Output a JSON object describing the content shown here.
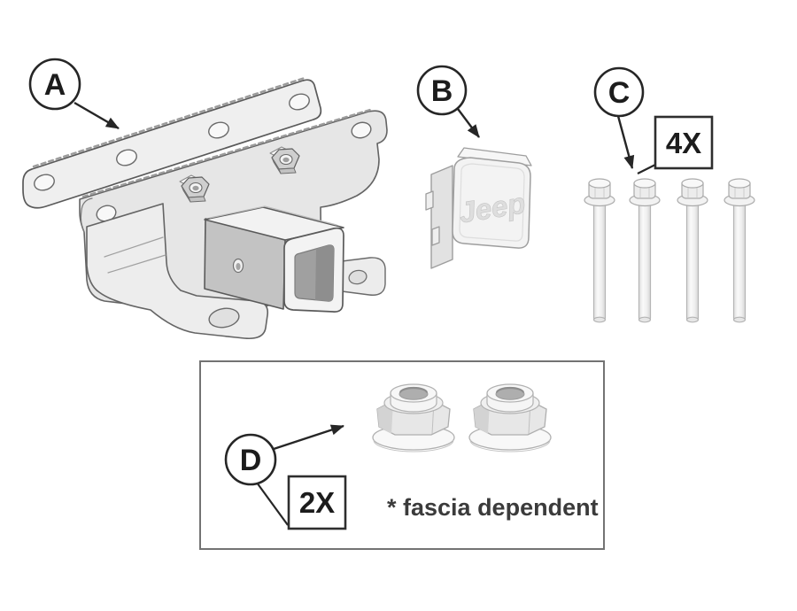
{
  "document": {
    "type": "parts-diagram",
    "background": "#ffffff"
  },
  "labels": {
    "callout_a": "A",
    "callout_b": "B",
    "callout_c": "C",
    "callout_d": "D",
    "qty_c": "4X",
    "qty_d": "2X",
    "fascia_note": "* fascia dependent",
    "cover_brand": "Jeep"
  },
  "parts": [
    {
      "callout": "A",
      "name": "hitch receiver assembly"
    },
    {
      "callout": "B",
      "name": "receiver tube cover",
      "embossed_text": "Jeep"
    },
    {
      "callout": "C",
      "name": "hex flange bolt",
      "quantity_label": "4X",
      "count": 4
    },
    {
      "callout": "D",
      "name": "flange lock nut",
      "quantity_label": "2X",
      "count": 2,
      "note": "* fascia dependent"
    }
  ],
  "colors": {
    "annotation": "#262626",
    "part_outline": "#5a5a5a",
    "light_outline": "#9e9e9e",
    "part_fill": "#ededed",
    "shade_fill": "#c3c3c3",
    "tube_interior": "#a0a0a0",
    "note_text": "#3b3b3b",
    "emboss_text": "#dedede"
  }
}
